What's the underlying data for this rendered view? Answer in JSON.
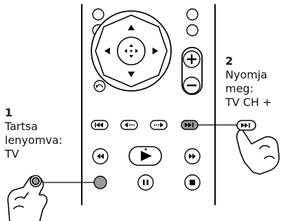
{
  "steps": [
    {
      "number": "1",
      "lines": [
        "Tartsa",
        "lenyomva:",
        "TV"
      ]
    },
    {
      "number": "2",
      "lines": [
        "Nyomja",
        "meg:",
        "TV CH +"
      ]
    }
  ],
  "remote": {
    "top_circle_buttons": 4,
    "dpad_icons": [
      "up-arrow-icon",
      "right-arrow-icon",
      "down-arrow-icon",
      "left-arrow-icon",
      "center-enter-icon"
    ],
    "volume_icons": [
      "plus-icon",
      "minus-icon"
    ],
    "return_icon": "return-icon",
    "row1_icons": [
      "skip-previous-icon",
      "replay-icon",
      "advance-icon",
      "skip-next-icon"
    ],
    "row2_icons": [
      "rewind-icon",
      "play-icon",
      "fast-forward-icon"
    ],
    "row3_icons": [
      "tv-circle-icon",
      "pause-icon",
      "stop-icon"
    ]
  },
  "colors": {
    "highlight": "#9a9a9a",
    "line": "#000000"
  }
}
